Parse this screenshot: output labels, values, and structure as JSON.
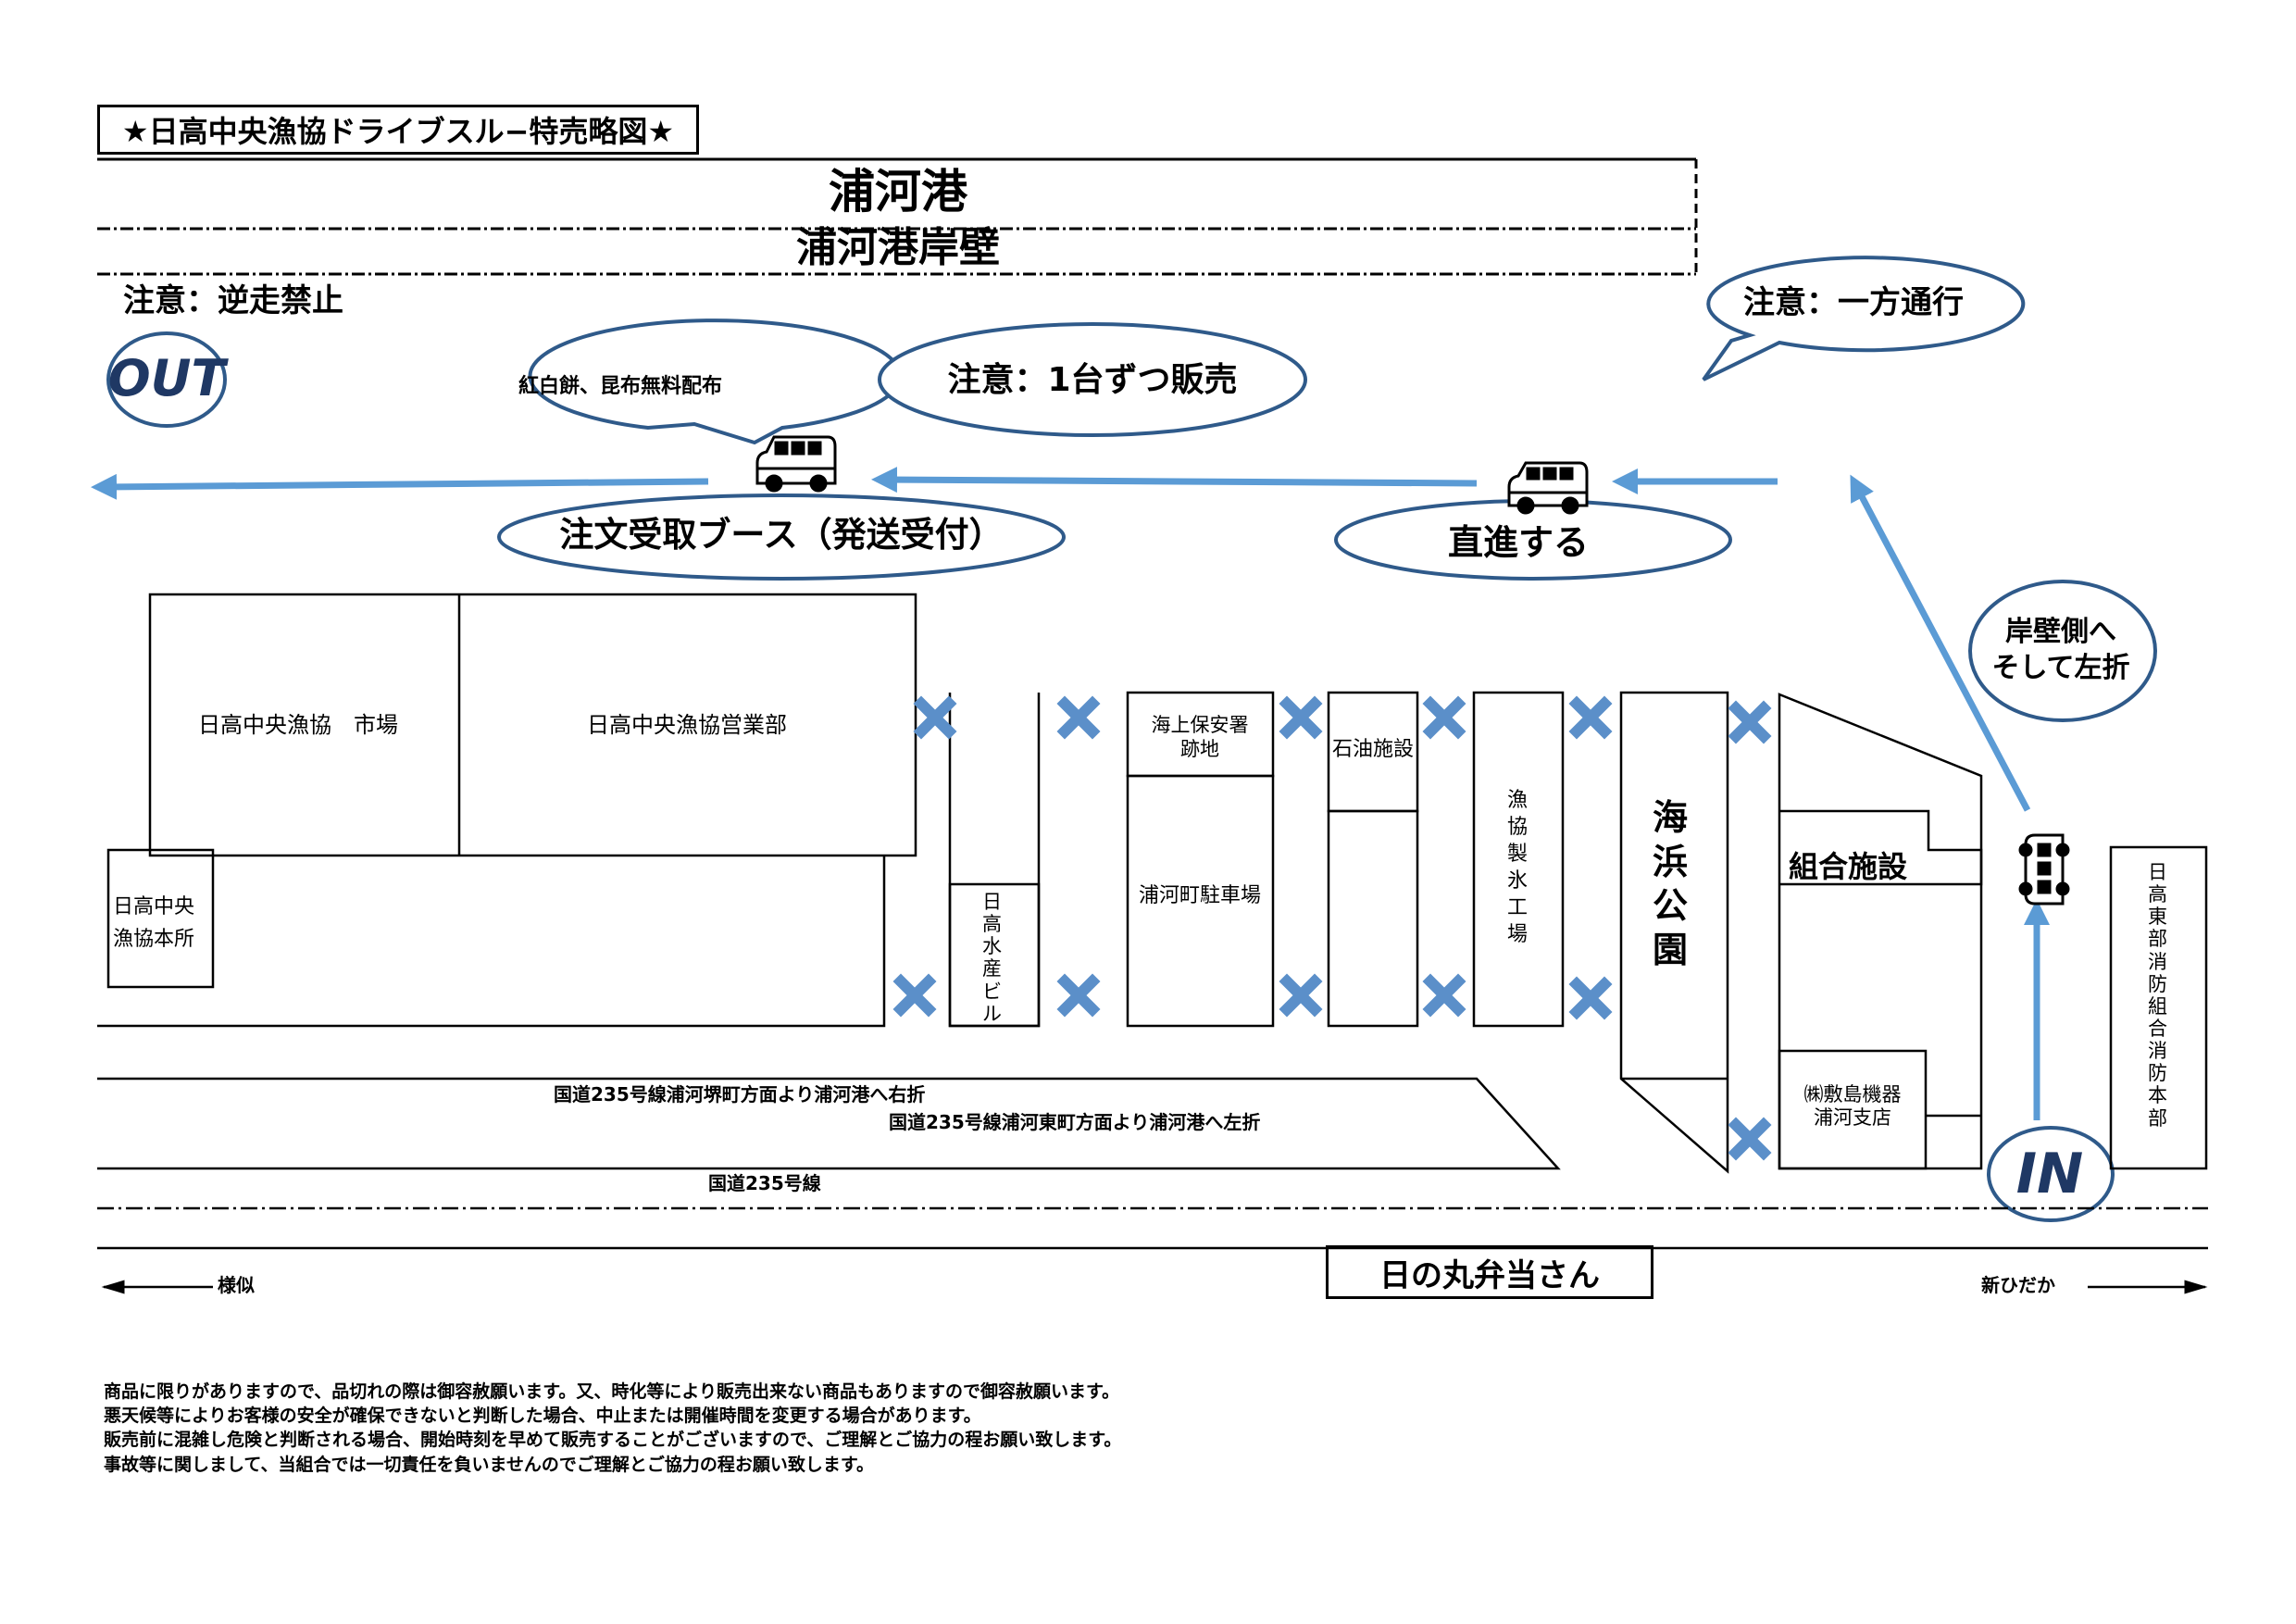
{
  "title": "★日高中央漁協ドライブスル−特売略図★",
  "harbor": {
    "name": "浦河港",
    "quay": "浦河港岸壁"
  },
  "warnings": {
    "no_reverse": "注意：逆走禁止",
    "one_way": "注意：一方通行",
    "one_car": "注意：1台ずつ販売"
  },
  "exit_label": "OUT",
  "entry_label": "IN",
  "bubbles": {
    "free_gift": "紅白餅、昆布無料配布",
    "order_booth": "注文受取ブース（発送受付）",
    "go_straight": "直進する",
    "turn_left": [
      "岸壁側へ",
      "そして左折"
    ]
  },
  "buildings": {
    "market": "日高中央漁協　市場",
    "sales": "日高中央漁協営業部",
    "hq": [
      "日高中央",
      "漁協本所"
    ],
    "suisan": "日高水産ビル",
    "coast_guard": [
      "海上保安署",
      "跡地"
    ],
    "parking": "浦河町駐車場",
    "oil": "石油施設",
    "ice": "漁協製氷工場",
    "park": "海浜公園",
    "union": "組合施設",
    "shikishima": [
      "㈱敷島機器",
      "浦河支店"
    ],
    "fire": "日高東部消防組合消防本部"
  },
  "roads": {
    "right_turn": "国道235号線浦河堺町方面より浦河港へ右折",
    "left_turn": "国道235号線浦河東町方面より浦河港へ左折",
    "route": "国道235号線",
    "west": "様似",
    "east": "新ひだか"
  },
  "bento": "日の丸弁当さん",
  "notes": [
    "商品に限りがありますので、品切れの際は御容赦願います。又、時化等により販売出来ない商品もありますので御容赦願います。",
    "悪天候等によりお客様の安全が確保できないと判断した場合、中止または開催時間を変更する場合があります。",
    "販売前に混雑し危険と判断される場合、開始時刻を早めて販売することがございますので、ご理解とご協力の程お願い致します。",
    "事故等に関しまして、当組合では一切責任を負いませんのでご理解とご協力の程お願い致します。"
  ],
  "colors": {
    "arrow": "#5b9bd5",
    "ellipse_border": "#2f5a8a",
    "cross": "#5b8fc9"
  }
}
